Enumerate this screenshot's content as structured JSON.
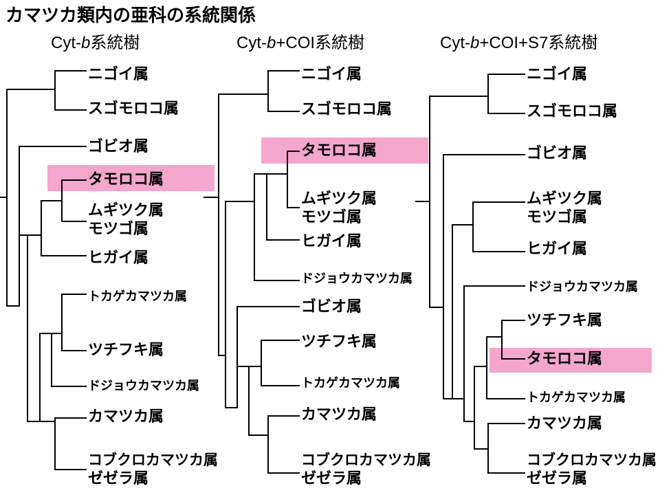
{
  "title": "カマツカ類内の亜科の系統関係",
  "trees": [
    {
      "heading_pre": "Cyt-",
      "heading_gene": "b",
      "heading_post": "系統樹",
      "labels": [
        "ニゴイ属",
        "スゴモロコ属",
        "ゴビオ属",
        "タモロコ属",
        "ムギツク属",
        "モツゴ属",
        "ヒガイ属",
        "トカゲカマツカ属",
        "ツチフキ属",
        "ドジョウカマツカ属",
        "カマツカ属",
        "コブクロカマツカ属",
        "ゼゼラ属"
      ],
      "highlighted": "タモロコ属"
    },
    {
      "heading_pre": "Cyt-",
      "heading_gene": "b",
      "heading_post": "+COI系統樹",
      "labels": [
        "ニゴイ属",
        "スゴモロコ属",
        "タモロコ属",
        "ムギツク属",
        "モツゴ属",
        "ヒガイ属",
        "ドジョウカマツカ属",
        "ゴビオ属",
        "ツチフキ属",
        "トカゲカマツカ属",
        "カマツカ属",
        "コブクロカマツカ属",
        "ゼゼラ属"
      ],
      "highlighted": "タモロコ属"
    },
    {
      "heading_pre": "Cyt-",
      "heading_gene": "b",
      "heading_post": "+COI+S7系統樹",
      "labels": [
        "ニゴイ属",
        "スゴモロコ属",
        "ゴビオ属",
        "ムギツク属",
        "モツゴ属",
        "ヒガイ属",
        "ドジョウカマツカ属",
        "ツチフキ属",
        "タモロコ属",
        "トカゲカマツカ属",
        "カマツカ属",
        "コブクロカマツカ属",
        "ゼゼラ属"
      ],
      "highlighted": "タモロコ属"
    }
  ],
  "colors": {
    "highlight": "#f4a6cc",
    "line": "#000000"
  }
}
